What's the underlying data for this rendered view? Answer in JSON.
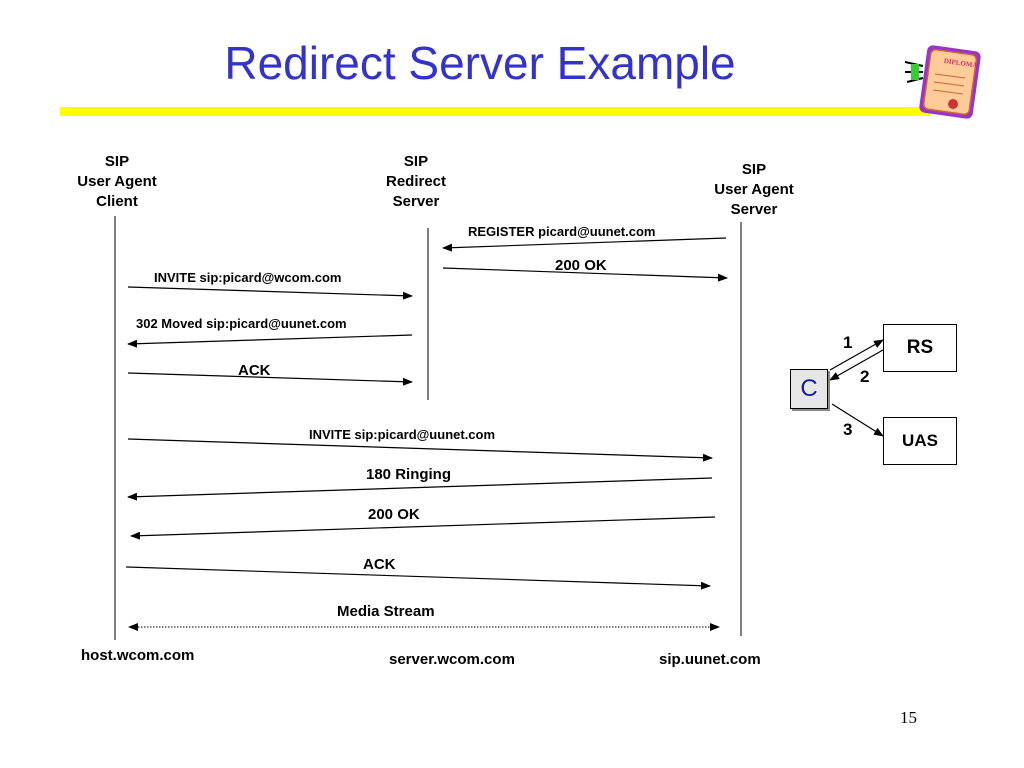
{
  "slide": {
    "title": "Redirect Server Example",
    "page_number": "15",
    "diploma_text": "DIPLOMA"
  },
  "participants": {
    "client_label_1": "SIP",
    "client_label_2": "User Agent",
    "client_label_3": "Client",
    "redirect_label_1": "SIP",
    "redirect_label_2": "Redirect",
    "redirect_label_3": "Server",
    "uas_label_1": "SIP",
    "uas_label_2": "User Agent",
    "uas_label_3": "Server",
    "client_host": "host.wcom.com",
    "redirect_host": "server.wcom.com",
    "uas_host": "sip.uunet.com"
  },
  "messages": {
    "register": "REGISTER picard@uunet.com",
    "ok_register": "200 OK",
    "invite_wcom": "INVITE sip:picard@wcom.com",
    "moved": "302 Moved sip:picard@uunet.com",
    "ack_redirect": "ACK",
    "invite_uunet": "INVITE sip:picard@uunet.com",
    "ringing": "180 Ringing",
    "ok_invite": "200 OK",
    "ack_final": "ACK",
    "media": "Media Stream"
  },
  "inset": {
    "client": "C",
    "rs": "RS",
    "uas": "UAS",
    "step1": "1",
    "step2": "2",
    "step3": "3"
  }
}
